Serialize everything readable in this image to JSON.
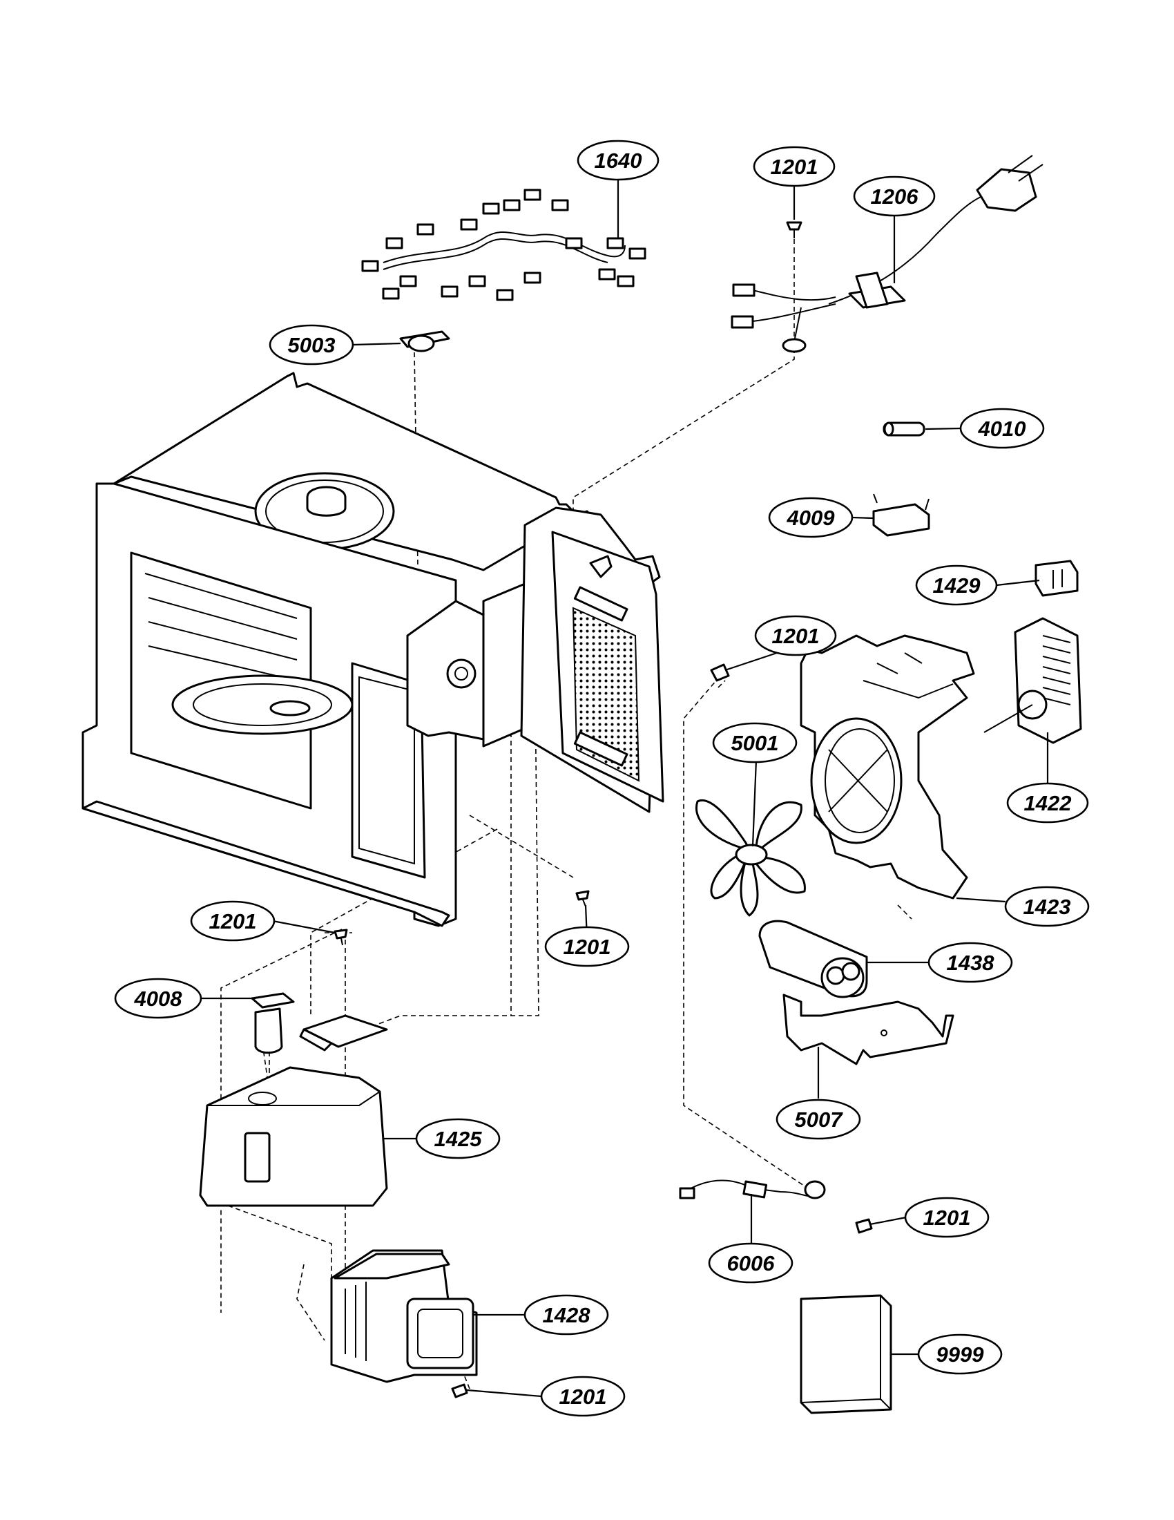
{
  "diagram": {
    "callouts": [
      {
        "id": "c1640",
        "label": "1640"
      },
      {
        "id": "c1201a",
        "label": "1201"
      },
      {
        "id": "c1206",
        "label": "1206"
      },
      {
        "id": "c5003",
        "label": "5003"
      },
      {
        "id": "c4010",
        "label": "4010"
      },
      {
        "id": "c4009",
        "label": "4009"
      },
      {
        "id": "c1429",
        "label": "1429"
      },
      {
        "id": "c1201b",
        "label": "1201"
      },
      {
        "id": "c5001",
        "label": "5001"
      },
      {
        "id": "c1422",
        "label": "1422"
      },
      {
        "id": "c1423",
        "label": "1423"
      },
      {
        "id": "c1201c",
        "label": "1201"
      },
      {
        "id": "c1201d",
        "label": "1201"
      },
      {
        "id": "c1438",
        "label": "1438"
      },
      {
        "id": "c4008",
        "label": "4008"
      },
      {
        "id": "c5007",
        "label": "5007"
      },
      {
        "id": "c1425",
        "label": "1425"
      },
      {
        "id": "c1201e",
        "label": "1201"
      },
      {
        "id": "c6006",
        "label": "6006"
      },
      {
        "id": "c1428",
        "label": "1428"
      },
      {
        "id": "c9999",
        "label": "9999"
      },
      {
        "id": "c1201f",
        "label": "1201"
      }
    ]
  }
}
